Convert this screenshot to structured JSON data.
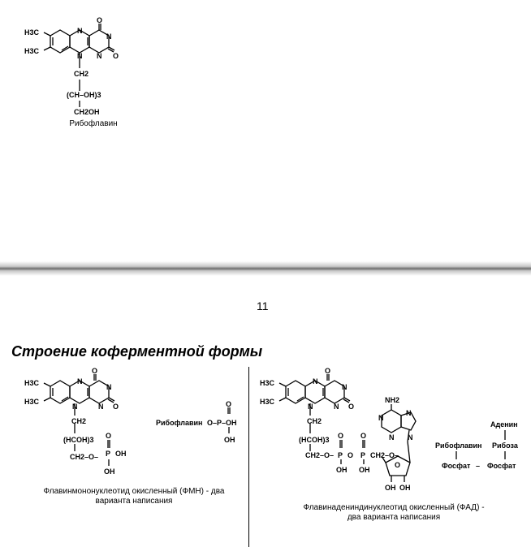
{
  "page_top": {
    "structure": {
      "h3c_1": "H3C",
      "h3c_2": "H3C",
      "n": "N",
      "o": "O",
      "ch2": "CH2",
      "choh3": "(CH–OH)3",
      "ch2oh": "CH2OH"
    },
    "caption": "Рибофлавин"
  },
  "page_number": "11",
  "heading": "Строение коферментной формы",
  "fmn": {
    "structure": {
      "h3c_1": "H3C",
      "h3c_2": "H3C",
      "ch2": "CH2",
      "hcoh3": "(HCOH)3",
      "ch2o": "CH2–O–",
      "p": "P",
      "oh": "OH",
      "o": "O",
      "n": "N"
    },
    "short": {
      "riboflavin": "Рибофлавин",
      "link": "O–P–OH",
      "p": "P",
      "o": "O",
      "oh": "OH"
    },
    "caption_line1": "Флавинмононуклеотид окисленный (ФМН) - два",
    "caption_line2": "варианта написания"
  },
  "fad": {
    "structure": {
      "h3c_1": "H3C",
      "h3c_2": "H3C",
      "ch2": "CH2",
      "hcoh3": "(HCOH)3",
      "ch2o": "CH2–O–",
      "p": "P",
      "oh": "OH",
      "o": "O",
      "n": "N",
      "nh2": "NH2"
    },
    "scheme": {
      "adenine": "Аденин",
      "riboflavin": "Рибофлавин",
      "ribose": "Рибоза",
      "phosphate_left": "Фосфат",
      "dash": "–",
      "phosphate_right": "Фосфат"
    },
    "caption_line1": "Флавинадениндинуклеотид окисленный (ФАД) -",
    "caption_line2": "два варианта написания"
  }
}
